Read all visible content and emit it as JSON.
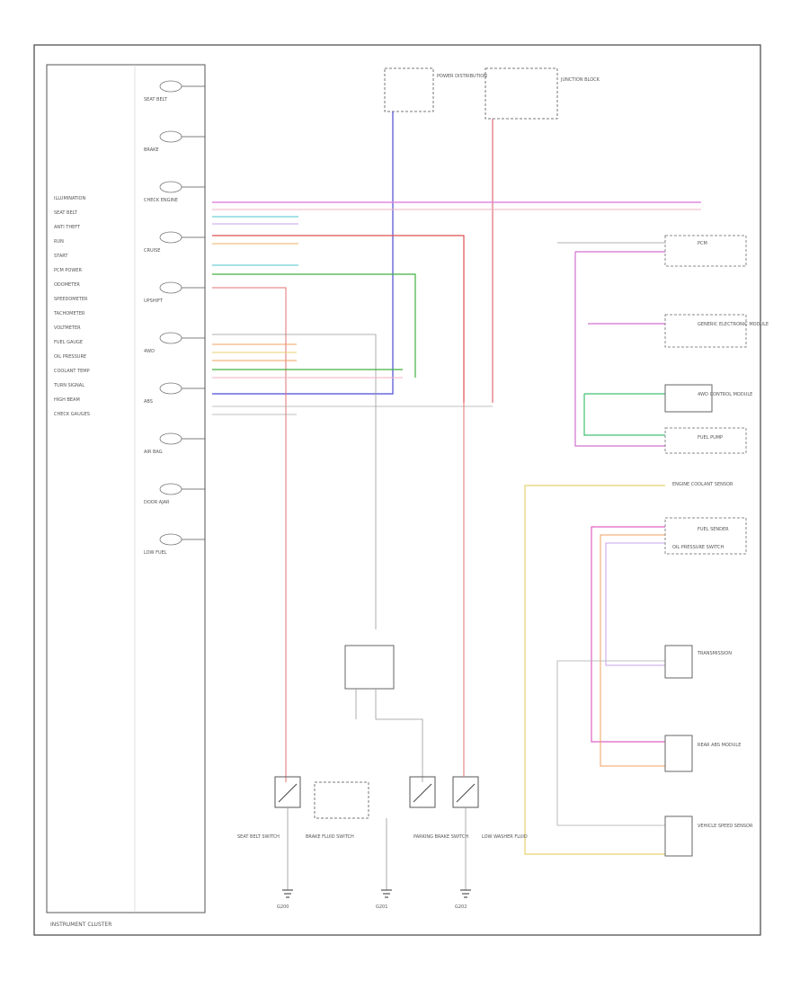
{
  "left_labels": [
    "ILLUMINATION",
    "SEAT BELT",
    "ANTI THEFT",
    "RUN",
    "START",
    "PCM POWER",
    "ODOMETER",
    "SPEEDOMETER",
    "TACHOMETER",
    "VOLTMETER",
    "FUEL GAUGE",
    "OIL PRESSURE",
    "COOLANT TEMP",
    "TURN SIGNAL",
    "HIGH BEAM",
    "CHECK GAUGES"
  ],
  "cluster_indicators": [
    "SEAT BELT",
    "BRAKE",
    "CHECK ENGINE",
    "CRUISE",
    "UPSHIFT",
    "4WD",
    "ABS",
    "AIR BAG",
    "DOOR AJAR",
    "LOW FUEL"
  ],
  "top_components": [
    "POWER DISTRIBUTION",
    "JUNCTION BLOCK"
  ],
  "right_components": [
    "PCM",
    "GENERIC ELECTRONIC MODULE",
    "4WD CONTROL MODULE",
    "FUEL PUMP",
    "FUEL SENDER",
    "TRANSMISSION",
    "REAR ABS MODULE",
    "VEHICLE SPEED SENSOR",
    "ENGINE COOLANT SENSOR",
    "OIL PRESSURE SWITCH"
  ],
  "bottom_components": [
    "SEAT BELT SWITCH",
    "BRAKE FLUID SWITCH",
    "PARKING BRAKE SWITCH",
    "LOW WASHER FLUID"
  ],
  "ground_labels": [
    "G200",
    "G201",
    "G202"
  ],
  "footer": "INSTRUMENT CLUSTER"
}
